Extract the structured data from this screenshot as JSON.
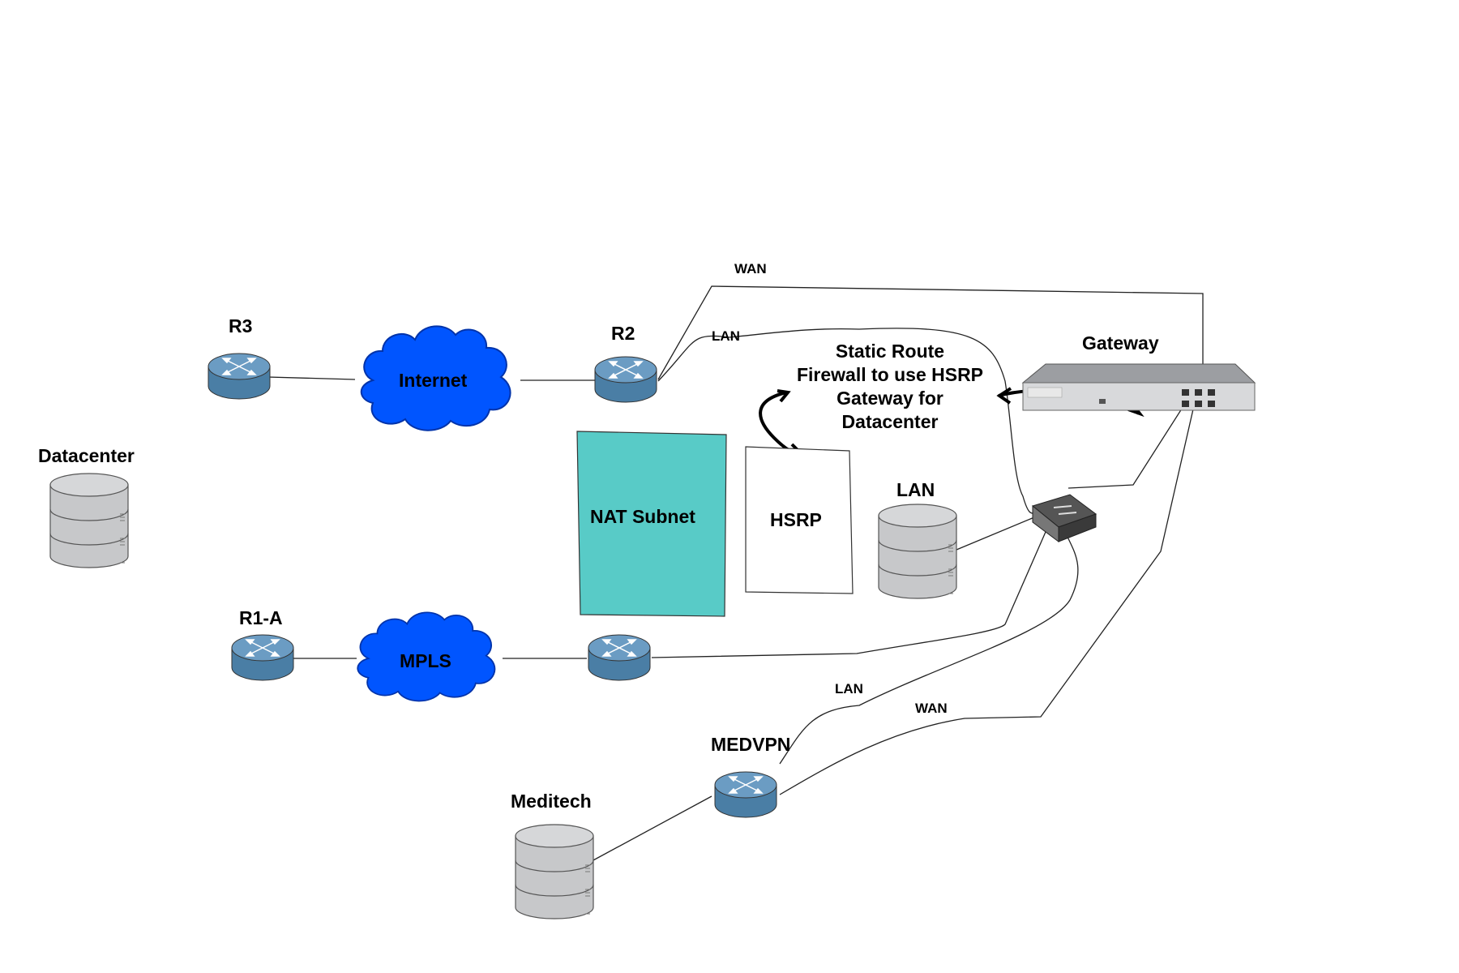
{
  "nodes": {
    "r3": "R3",
    "r2": "R2",
    "r1a": "R1-A",
    "medvpn": "MEDVPN",
    "datacenter": "Datacenter",
    "meditech": "Meditech",
    "lan_db": "LAN",
    "gateway": "Gateway",
    "internet": "Internet",
    "mpls": "MPLS",
    "nat_subnet": "NAT Subnet",
    "hsrp": "HSRP"
  },
  "links": {
    "wan_top": "WAN",
    "lan_top": "LAN",
    "lan_bottom": "LAN",
    "wan_bottom": "WAN"
  },
  "note": {
    "line1": "Static Route",
    "line2": "Firewall to use HSRP",
    "line3": "Gateway for",
    "line4": "Datacenter"
  },
  "colors": {
    "router": "#5b8db1",
    "cloud": "#0055ff",
    "nat_fill": "#58cbc7",
    "db": "#c7c8ca"
  },
  "icons": [
    "router-icon",
    "cloud-icon",
    "database-icon",
    "switch-icon",
    "firewall-icon"
  ]
}
